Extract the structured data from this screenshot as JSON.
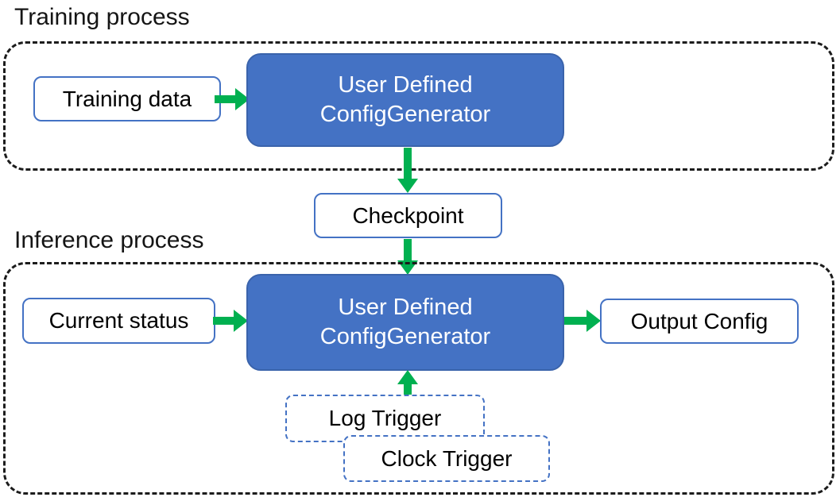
{
  "colors": {
    "generator_fill": "#4472C4",
    "generator_border": "#3a63ab",
    "box_border_blue": "#4472C4",
    "arrow_green": "#00B050",
    "container_dash": "#1c1c1c",
    "text_dark": "#000000",
    "text_light": "#ffffff"
  },
  "training": {
    "title": "Training process",
    "input_label": "Training data",
    "generator_line1": "User Defined",
    "generator_line2": "ConfigGenerator"
  },
  "checkpoint_label": "Checkpoint",
  "inference": {
    "title": "Inference process",
    "input_label": "Current status",
    "generator_line1": "User Defined",
    "generator_line2": "ConfigGenerator",
    "output_label": "Output Config",
    "log_trigger_label": "Log Trigger",
    "clock_trigger_label": "Clock Trigger"
  }
}
